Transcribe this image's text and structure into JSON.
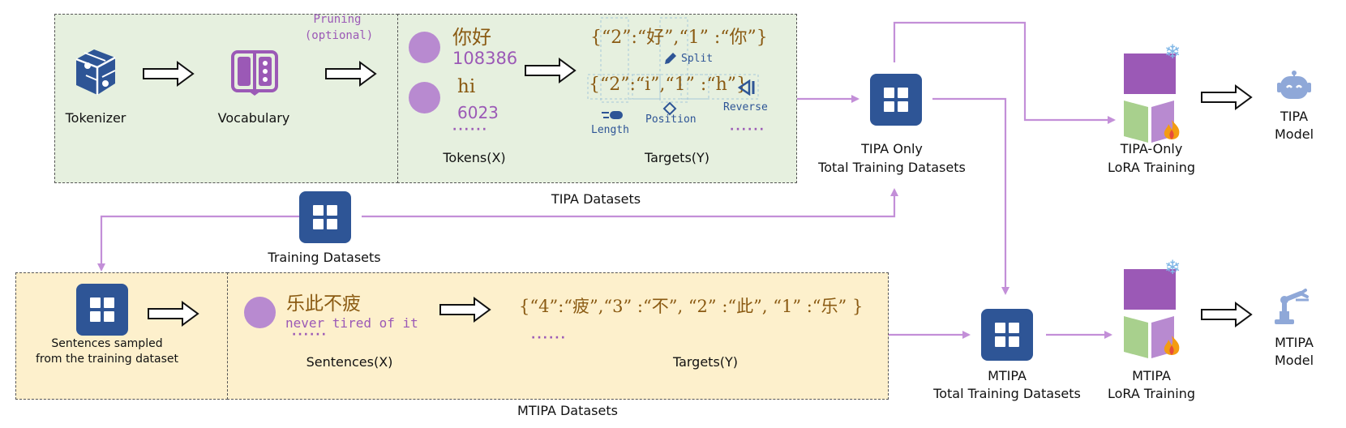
{
  "tipa_panel": {
    "tokenizer_label": "Tokenizer",
    "vocabulary_label": "Vocabulary",
    "pruning_label": "Pruning",
    "pruning_optional": "(optional)",
    "token1_chars": "你好",
    "token1_id": "108386",
    "token2_chars": "hi",
    "token2_id": "6023",
    "tokens_ellipsis": "······",
    "tokens_label": "Tokens(X)",
    "target1": "{“2”:“好”,“1” :“你”}",
    "split_label": "Split",
    "target2": "{“2”:“i”,“1” :“h”}",
    "reverse_label": "Reverse",
    "length_label": "Length",
    "position_label": "Position",
    "targets_ellipsis": "······",
    "targets_label": "Targets(Y)",
    "panel_caption": "TIPA Datasets"
  },
  "training_datasets_label": "Training Datasets",
  "mtipa_panel": {
    "sampled_label_line1": "Sentences sampled",
    "sampled_label_line2": "from the training dataset",
    "sentence_chars": "乐此不疲",
    "sentence_en": "never tired of it",
    "sentences_ellipsis": "······",
    "sentences_label": "Sentences(X)",
    "target": "{“4”:“疲”,“3” :“不”, “2” :“此”, “1” :“乐” }",
    "targets_ellipsis": "······",
    "targets_label": "Targets(Y)",
    "panel_caption": "MTIPA Datasets"
  },
  "tipa_only_datasets": {
    "line1": "TIPA Only",
    "line2": "Total Training Datasets"
  },
  "mtipa_datasets": {
    "line1": "MTIPA",
    "line2": "Total Training Datasets"
  },
  "tipa_lora": {
    "line1": "TIPA-Only",
    "line2": "LoRA Training"
  },
  "mtipa_lora": {
    "line1": "MTIPA",
    "line2": "LoRA Training"
  },
  "tipa_model": {
    "line1": "TIPA",
    "line2": "Model"
  },
  "mtipa_model": {
    "line1": "MTIPA",
    "line2": "Model"
  },
  "colors": {
    "green_panel": "#e6f0df",
    "yellow_panel": "#fdf0cc",
    "blue": "#2e5596",
    "purple": "#9b59b6",
    "arrow_purple": "#c38fd8",
    "lora_green": "#a8d08d",
    "brown": "#8a5a12"
  },
  "icons": [
    "tokenizer-icon",
    "vocabulary-book-icon",
    "dataset-grid-icon",
    "snowflake-icon",
    "fire-icon",
    "robot-head-icon",
    "robot-arm-icon",
    "pen-icon",
    "reverse-icon",
    "length-icon",
    "position-icon"
  ]
}
